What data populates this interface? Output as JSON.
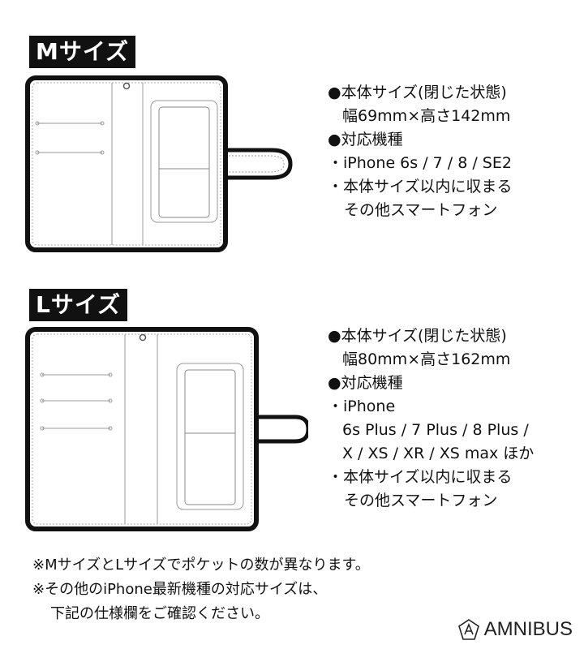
{
  "m": {
    "label": "Mサイズ",
    "spec": [
      "●本体サイズ(閉じた状態)",
      "幅69mm×高さ142mm",
      "●対応機種",
      "・iPhone 6s / 7 / 8 / SE2",
      "・本体サイズ以内に収まる",
      "その他スマートフォン"
    ]
  },
  "l": {
    "label": "Lサイズ",
    "spec": [
      "●本体サイズ(閉じた状態)",
      "幅80mm×高さ162mm",
      "●対応機種",
      "・iPhone",
      "6s Plus / 7 Plus / 8 Plus /",
      "X / XS / XR / XS max ほか",
      "・本体サイズ以内に収まる",
      "その他スマートフォン"
    ]
  },
  "notes": [
    "※MサイズとLサイズでポケットの数が異なります。",
    "※その他のiPhone最新機種の対応サイズは、",
    "下記の仕様欄をご確認ください。"
  ],
  "brand": {
    "name": "AMNIBUS",
    "logo_icon": "a-logo-icon"
  }
}
